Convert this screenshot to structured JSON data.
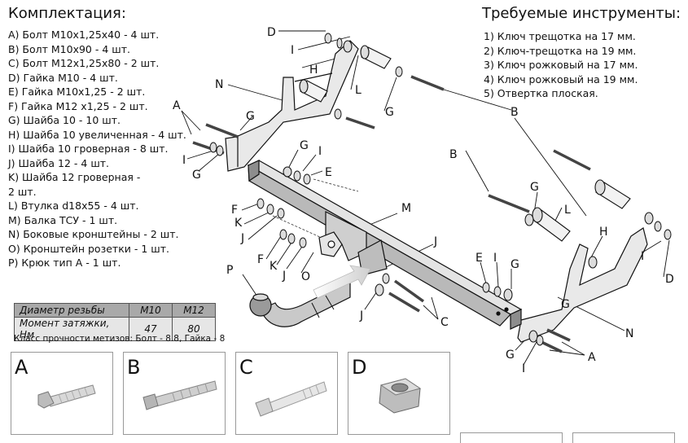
{
  "kit": {
    "title": "Комплектация:",
    "items": [
      "A) Болт М10х1,25х40 - 4 шт.",
      "B) Болт М10х90 - 4 шт.",
      "C) Болт М12х1,25х80 - 2 шт.",
      "D) Гайка М10 - 4 шт.",
      "E) Гайка М10х1,25 - 2 шт.",
      "F) Гайка М12 х1,25 - 2 шт.",
      "G) Шайба 10 - 10 шт.",
      "H) Шайба 10 увеличенная - 4 шт.",
      "I) Шайба 10 гроверная - 8 шт.",
      "J) Шайба 12 - 4 шт.",
      "K) Шайба 12 гроверная -",
      "2 шт.",
      "L) Втулка d18x55 - 4 шт.",
      "M) Балка ТСУ - 1 шт.",
      "N) Боковые кронштейны - 2 шт.",
      "O) Кронштейн розетки - 1 шт.",
      "P) Крюк тип А - 1 шт."
    ]
  },
  "tools": {
    "title": "Требуемые инструменты:",
    "items": [
      "1) Ключ трещотка на 17 мм.",
      "2) Ключ-трещотка на 19 мм.",
      "3) Ключ рожковый на 17 мм.",
      "4) Ключ рожковый на 19 мм.",
      "5) Отвертка плоская."
    ]
  },
  "torque": {
    "header_label": "Диаметр резьбы",
    "header_m10": "М10",
    "header_m12": "М12",
    "row_label": "Момент затяжки, Нм",
    "row_m10": "47",
    "row_m12": "80"
  },
  "strength_note": "Класс прочности метизов: Болт - 8.8, Гайка - 8",
  "cards": [
    "A",
    "B",
    "C",
    "D"
  ],
  "diagram_labels": {
    "A": "A",
    "B": "B",
    "C": "C",
    "D": "D",
    "E": "E",
    "F": "F",
    "G": "G",
    "H": "H",
    "I": "I",
    "J": "J",
    "K": "K",
    "L": "L",
    "M": "M",
    "N": "N",
    "O": "O",
    "P": "P"
  },
  "colors": {
    "metal_light": "#e8e8e8",
    "metal_dark": "#222222",
    "arrow": "#d9d9d9"
  }
}
